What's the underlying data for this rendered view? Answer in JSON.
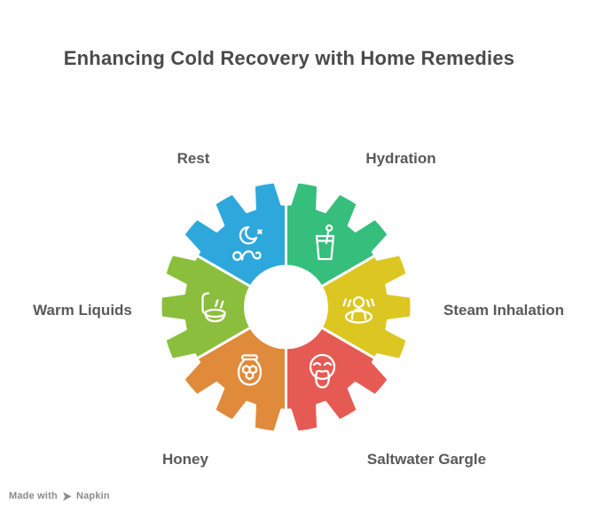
{
  "title": "Enhancing Cold Recovery with Home Remedies",
  "watermark": {
    "made_with": "Made with",
    "brand": "Napkin"
  },
  "colors": {
    "background": "#FFFFFF",
    "title_text": "#4A4A4A",
    "label_text": "#595959",
    "icon_stroke": "#FFFFFF",
    "watermark_text": "#8A8A8A"
  },
  "diagram": {
    "type": "gear-cycle",
    "segment_count": 6,
    "teeth_per_segment": 3,
    "segments": [
      {
        "label": "Rest",
        "color": "#2EA8DC",
        "icon": "rest-sleep-icon",
        "position": "top-left"
      },
      {
        "label": "Hydration",
        "color": "#35BE7C",
        "icon": "hydration-glass-icon",
        "position": "top-right"
      },
      {
        "label": "Steam Inhalation",
        "color": "#DCC722",
        "icon": "steam-inhalation-icon",
        "position": "right"
      },
      {
        "label": "Saltwater Gargle",
        "color": "#E65A54",
        "icon": "saltwater-gargle-icon",
        "position": "bottom-right"
      },
      {
        "label": "Honey",
        "color": "#E08A3B",
        "icon": "honey-jar-icon",
        "position": "bottom-left"
      },
      {
        "label": "Warm Liquids",
        "color": "#8BBE3D",
        "icon": "warm-liquids-ladle-icon",
        "position": "left"
      }
    ]
  }
}
